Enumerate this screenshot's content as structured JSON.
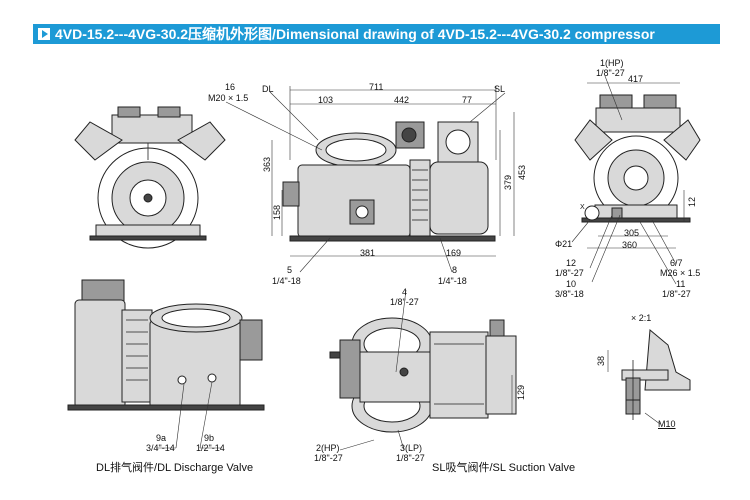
{
  "banner": {
    "title": "4VD-15.2---4VG-30.2压缩机外形图/Dimensional drawing of 4VD-15.2---4VG-30.2 compressor"
  },
  "dims": {
    "d711": "711",
    "d103": "103",
    "d442": "442",
    "d77": "77",
    "d363": "363",
    "d158": "158",
    "d379": "379",
    "d453": "453",
    "d381": "381",
    "d169": "169",
    "d417": "417",
    "d305": "305",
    "d360": "360",
    "d12": "12",
    "d129": "129",
    "d38": "38"
  },
  "labels": {
    "p16": "16",
    "m20": "M20 × 1.5",
    "dl": "DL",
    "sl": "SL",
    "p1hp": "1(HP)",
    "p1thread": "1/8\"-27",
    "p5": "5",
    "p5thread": "1/4\"-18",
    "p8": "8",
    "p8thread": "1/4\"-18",
    "phi21": "Φ21",
    "x": "X",
    "p12": "12",
    "p12thread": "1/8\"-27",
    "p10": "10",
    "p10thread": "3/8\"-18",
    "p67": "6/7",
    "m26": "M26 × 1.5",
    "p11": "11",
    "p11thread": "1/8\"-27",
    "p4": "4",
    "p4thread": "1/8\"-27",
    "p9a": "9a",
    "p9athread": "3/4\"-14",
    "p9b": "9b",
    "p9bthread": "1/2\"-14",
    "p2hp": "2(HP)",
    "p2thread": "1/8\"-27",
    "p3lp": "3(LP)",
    "p3thread": "1/8\"-27",
    "scale": "× 2:1",
    "m10": "M10"
  },
  "captions": {
    "discharge": "DL排气阀件/DL Discharge Valve",
    "suction": "SL吸气阀件/SL Suction Valve"
  }
}
